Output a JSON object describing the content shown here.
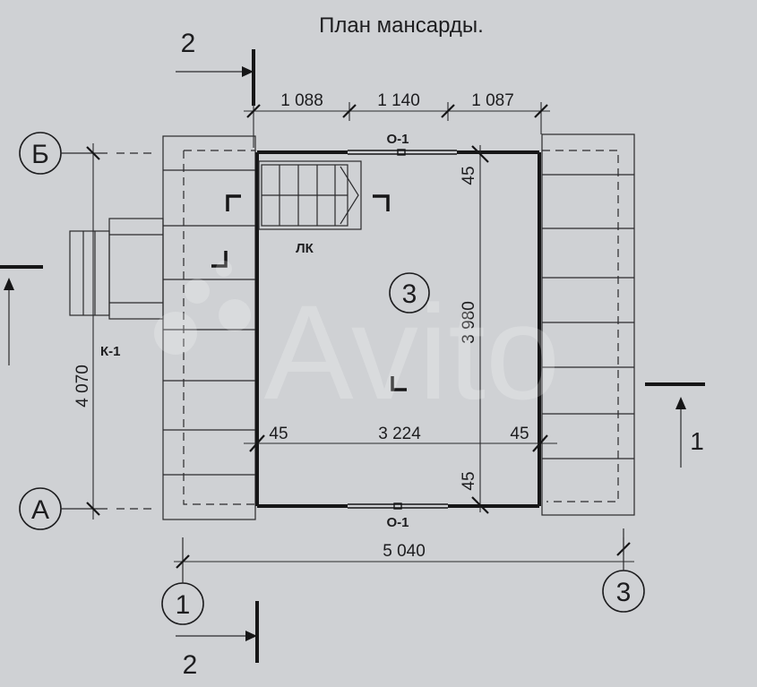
{
  "title": "План мансарды.",
  "section_marks": {
    "section_2_top": "2",
    "section_2_bottom": "2",
    "section_1_right": "1"
  },
  "axes": {
    "row_b": "Б",
    "row_a": "А",
    "col_1": "1",
    "col_3": "3"
  },
  "room_number": "3",
  "labels": {
    "window_top": "О-1",
    "window_bottom": "О-1",
    "stair": "ЛК",
    "chimney": "К-1"
  },
  "dimensions": {
    "top_seg_1": "1 088",
    "top_seg_2": "1 140",
    "top_seg_3": "1 087",
    "overall_width": "5 040",
    "overall_height": "4 070",
    "inner_height": "3 980",
    "inner_width": "3 224",
    "wall_left": "45",
    "wall_right": "45",
    "wall_top": "45",
    "wall_bottom": "45"
  },
  "watermark": "Avito",
  "colors": {
    "paper": "#cfd1d4",
    "ink": "#1d1d1f"
  }
}
